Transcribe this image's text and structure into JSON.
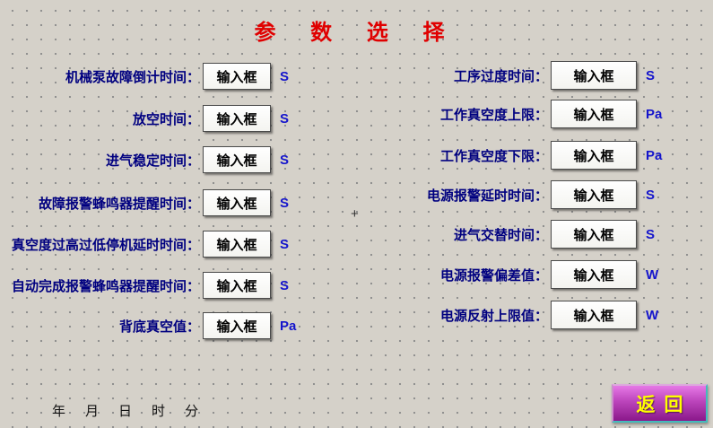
{
  "title": "参 数 选 择",
  "input_box_label": "输入框",
  "left_fields": [
    {
      "label": "机械泵故障倒计时间：",
      "unit": "S"
    },
    {
      "label": "放空时间：",
      "unit": "S"
    },
    {
      "label": "进气稳定时间：",
      "unit": "S"
    },
    {
      "label": "故障报警蜂鸣器提醒时间：",
      "unit": "S"
    },
    {
      "label": "真空度过高过低停机延时时间：",
      "unit": "S"
    },
    {
      "label": "自动完成报警蜂鸣器提醒时间：",
      "unit": "S"
    },
    {
      "label": "背底真空值：",
      "unit": "Pa"
    }
  ],
  "right_fields": [
    {
      "label": "工序过度时间：",
      "unit": "S"
    },
    {
      "label": "工作真空度上限：",
      "unit": "Pa"
    },
    {
      "label": "工作真空度下限：",
      "unit": "Pa"
    },
    {
      "label": "电源报警延时时间：",
      "unit": "S"
    },
    {
      "label": "进气交替时间：",
      "unit": "S"
    },
    {
      "label": "电源报警偏差值：",
      "unit": "W"
    },
    {
      "label": "电源反射上限值：",
      "unit": "W"
    }
  ],
  "crosshair": "+",
  "footer": {
    "date_parts": [
      "年",
      "月",
      "日",
      "时",
      "分"
    ]
  },
  "return_button": {
    "label": "返回"
  },
  "colors": {
    "background": "#d5d1c9",
    "title": "#e00000",
    "label": "#000080",
    "unit": "#1414cc",
    "input_box_text": "#000000",
    "return_background": "#a030a0",
    "return_border": "#44bbbb",
    "return_text": "#ffff00"
  }
}
